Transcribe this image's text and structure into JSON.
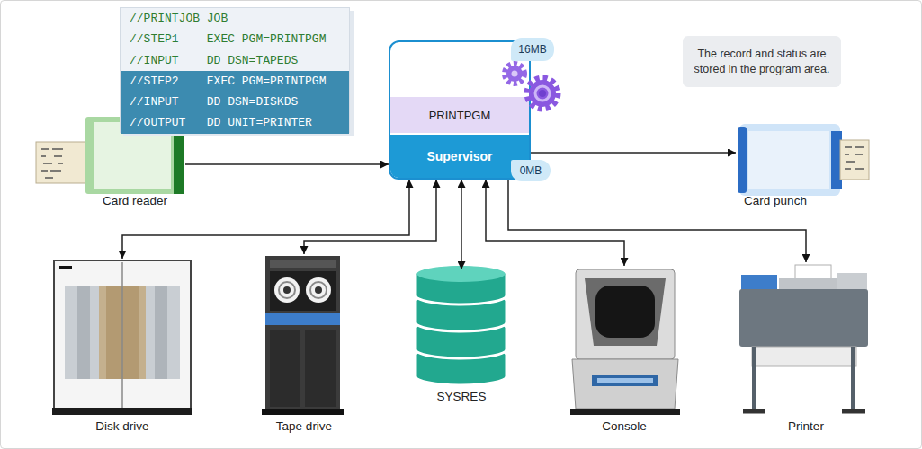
{
  "diagram": {
    "nodes": [
      {
        "text": [
          "//PRINTJOB JOB",
          "//STEP1    EXEC PGM=PRINTPGM",
          "//INPUT    DD DSN=TAPEDS",
          "//STEP2    EXEC PGM=PRINTPGM",
          "//INPUT    DD DSN=DISKDS",
          "//OUTPUT   DD UNIT=PRINTER"
        ]
      },
      {
        "text": [
          "Card reader"
        ]
      },
      {
        "text": []
      },
      {
        "text": [
          "16MB"
        ],
        "in": 2
      },
      {
        "text": [
          "PRINTPGM"
        ],
        "in": 2
      },
      {
        "text": [
          "Supervisor"
        ],
        "in": 2
      },
      {
        "text": [
          "0MB"
        ],
        "in": 2
      },
      {
        "text": [
          "The record and status are stored in the program area."
        ]
      },
      {
        "text": [
          "Card punch"
        ]
      },
      {
        "text": [
          "Disk drive"
        ]
      },
      {
        "text": [
          "Tape drive"
        ]
      },
      {
        "text": [
          "SYSRES"
        ]
      },
      {
        "text": [
          "Console"
        ]
      },
      {
        "text": [
          "Printer"
        ]
      }
    ],
    "edges": [
      {
        "from": 1,
        "to": 2,
        "arrow": "to"
      },
      {
        "from": 2,
        "to": 8,
        "arrow": "to"
      },
      {
        "from": 2,
        "to": 9,
        "arrow": "both"
      },
      {
        "from": 2,
        "to": 10,
        "arrow": "both"
      },
      {
        "from": 2,
        "to": 11,
        "arrow": "both"
      },
      {
        "from": 2,
        "to": 12,
        "arrow": "both"
      },
      {
        "from": 2,
        "to": 13,
        "arrow": "to"
      }
    ]
  }
}
